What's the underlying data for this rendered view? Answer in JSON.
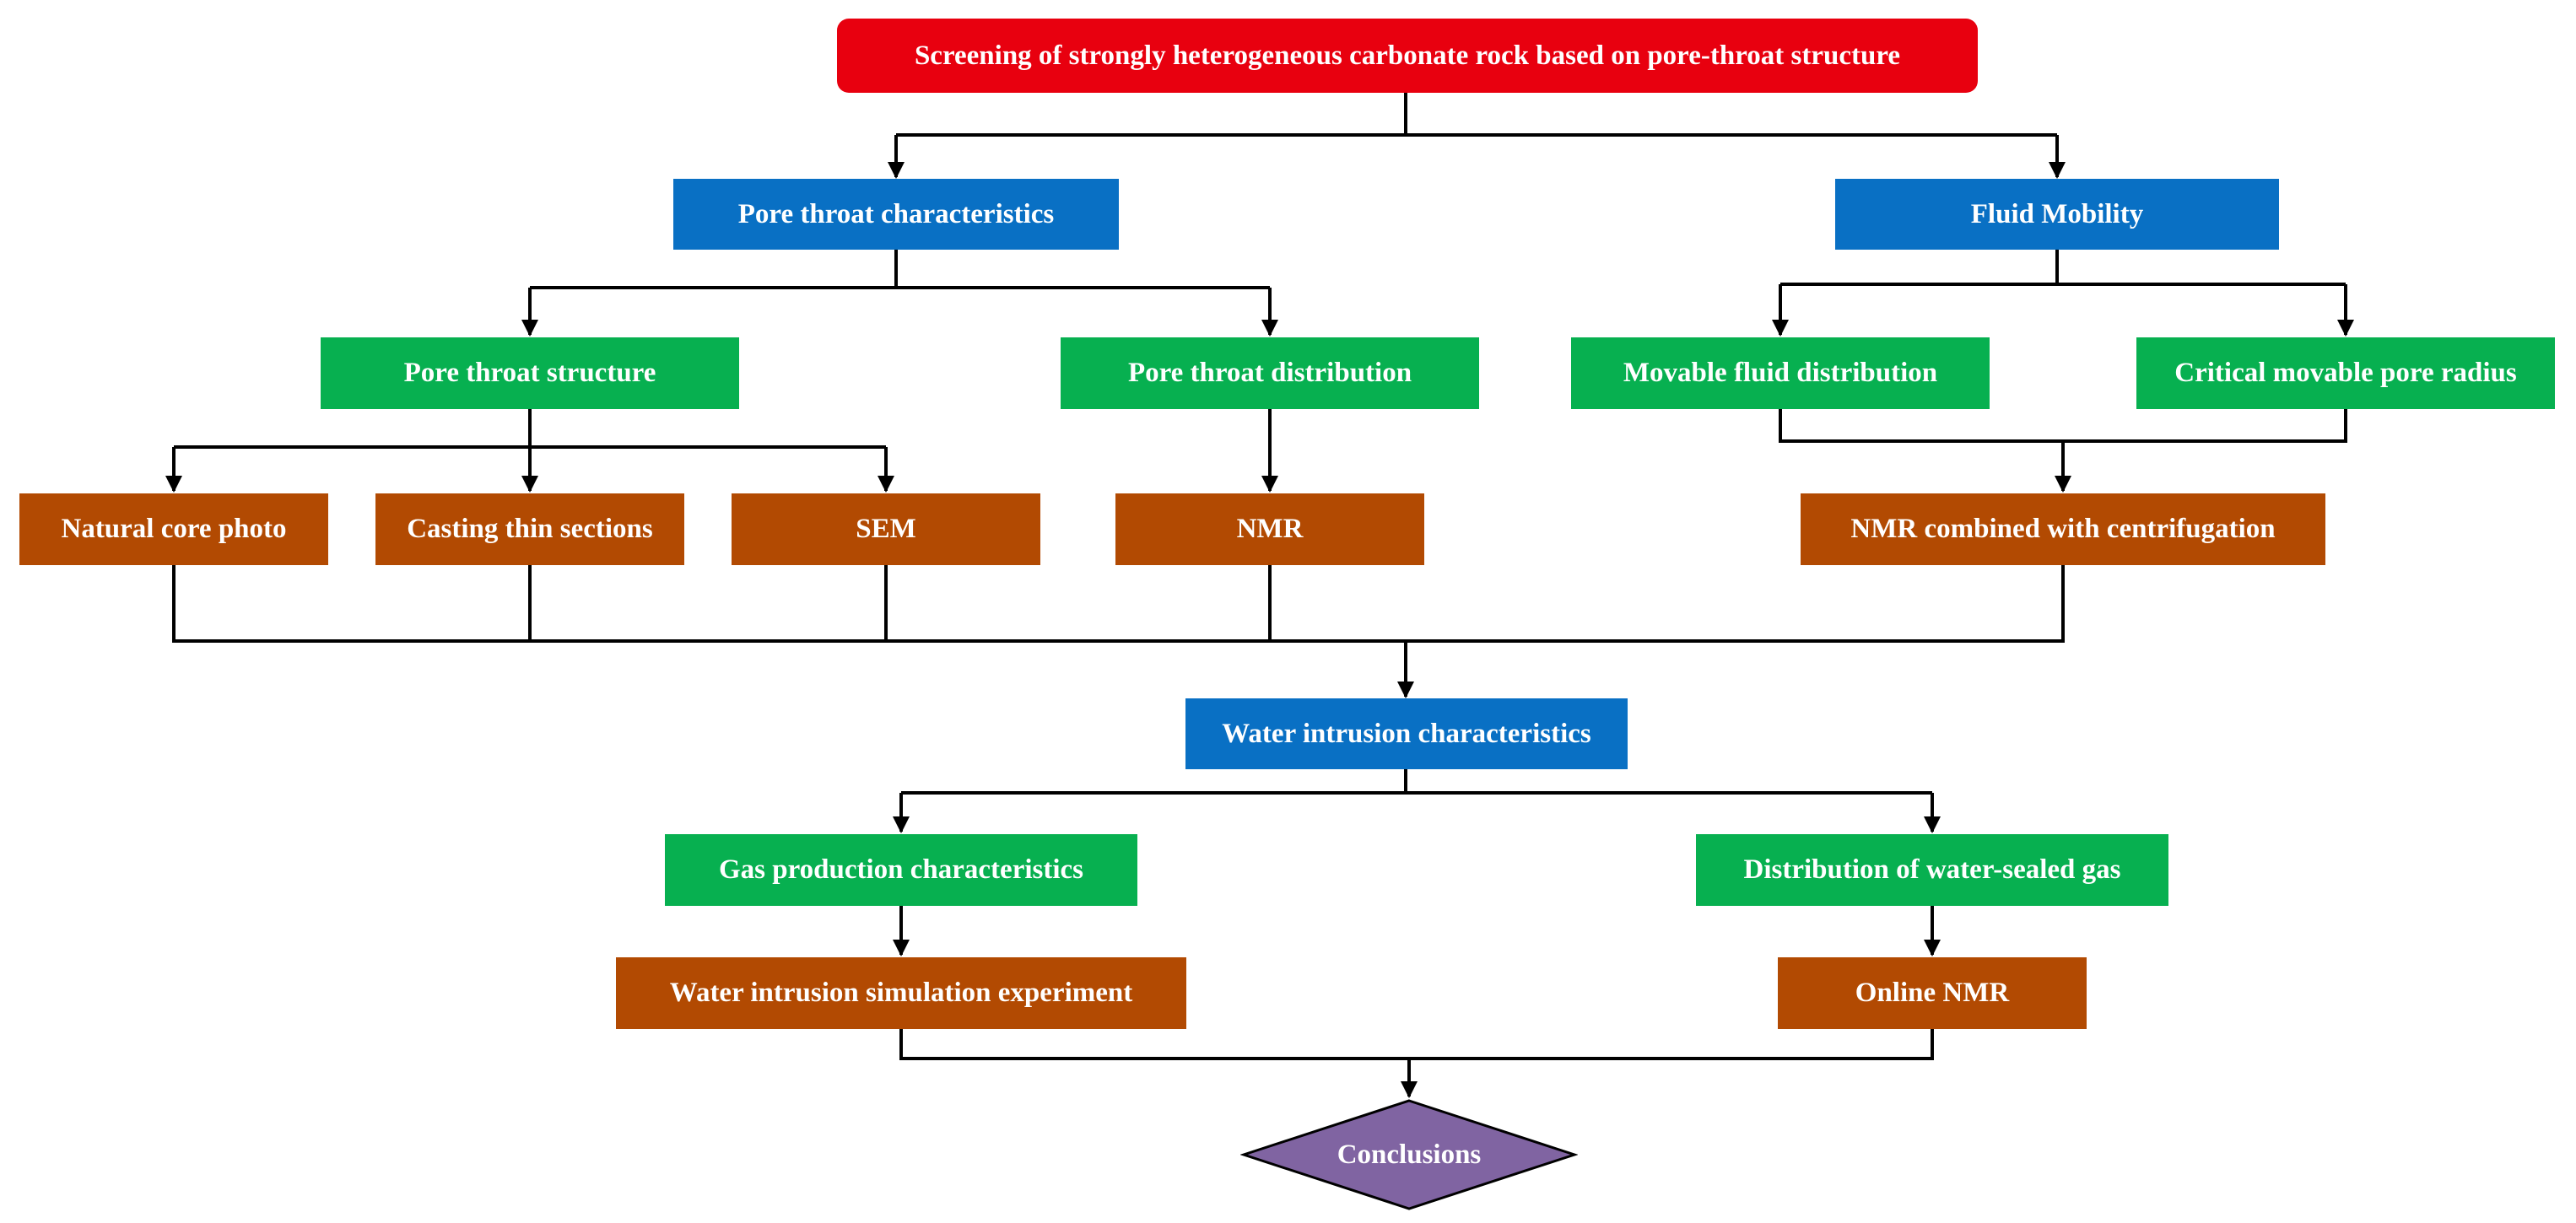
{
  "diagram": {
    "title_box": "Screening of strongly heterogeneous carbonate rock  based on pore-throat structure",
    "pore_throat_characteristics": "Pore throat  characteristics",
    "fluid_mobility": "Fluid Mobility",
    "pore_throat_structure": "Pore throat structure",
    "pore_throat_distribution": "Pore throat distribution",
    "movable_fluid_distribution": "Movable fluid distribution",
    "critical_movable_pore_radius": "Critical movable pore radius",
    "natural_core_photo": "Natural core photo",
    "casting_thin_sections": "Casting thin sections",
    "sem": "SEM",
    "nmr": "NMR",
    "nmr_centrifugation": "NMR combined with centrifugation",
    "water_intrusion_characteristics": "Water intrusion characteristics",
    "gas_production_characteristics": "Gas production characteristics",
    "distribution_water_sealed_gas": "Distribution of water-sealed gas",
    "water_intrusion_simulation": "Water intrusion simulation experiment",
    "online_nmr": "Online NMR",
    "conclusions": "Conclusions"
  },
  "colors": {
    "title": "#e8000f",
    "level_1": "#0970c4",
    "level_2": "#07b050",
    "method": "#b24a02",
    "conclusion": "#8064a2",
    "connector": "#000000"
  },
  "icons": {
    "connector_arrow": "arrowhead-down"
  }
}
